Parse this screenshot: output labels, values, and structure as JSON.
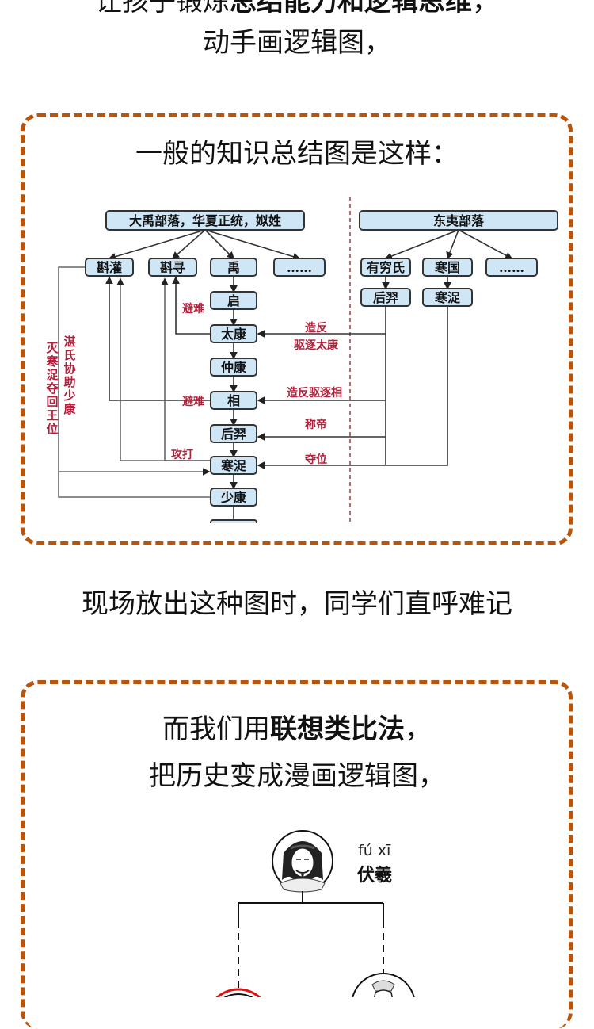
{
  "intro": {
    "line1_prefix": "让孩子锻炼",
    "line1_bold": "总结能力和逻辑思维",
    "line1_suffix": "，",
    "line2": "动手画逻辑图，"
  },
  "card1": {
    "title": "一般的知识总结图是这样：",
    "diagram": {
      "left_root": "大禹部落，华夏正统，姒姓",
      "left_children": [
        "斟灌",
        "斟寻",
        "禹",
        "……"
      ],
      "xia_chain": [
        "启",
        "太康",
        "仲康",
        "相",
        "后羿",
        "寒浞",
        "少康"
      ],
      "right_root": "东夷部落",
      "right_children": [
        "有穷氏",
        "寒国",
        "……"
      ],
      "right_grandchildren": [
        "后羿",
        "寒浞"
      ],
      "annotations": {
        "bi_nan_1": "避难",
        "bi_nan_2": "避难",
        "zao_fan": "造反",
        "qu_zhu_tai_kang": "驱逐太康",
        "zao_fan_qu_zhu_xiang": "造反驱逐相",
        "cheng_di": "称帝",
        "duo_wei": "夺位",
        "gong_da": "攻打",
        "vertical_1": "湛氏协助少康",
        "vertical_2": "灭寒浞夺回王位"
      }
    }
  },
  "middle_text": "现场放出这种图时，同学们直呼难记",
  "card2": {
    "line1_prefix": "而我们用",
    "line1_bold": "联想类比法",
    "line1_suffix": "，",
    "line2": "把历史变成漫画逻辑图，",
    "root_person": {
      "pinyin": "fú xī",
      "name": "伏羲"
    }
  },
  "colors": {
    "border": "#b8550c",
    "box_fill": "#cfe6f7",
    "annotation": "#b0203a",
    "highlight_ring": "#e01010"
  }
}
